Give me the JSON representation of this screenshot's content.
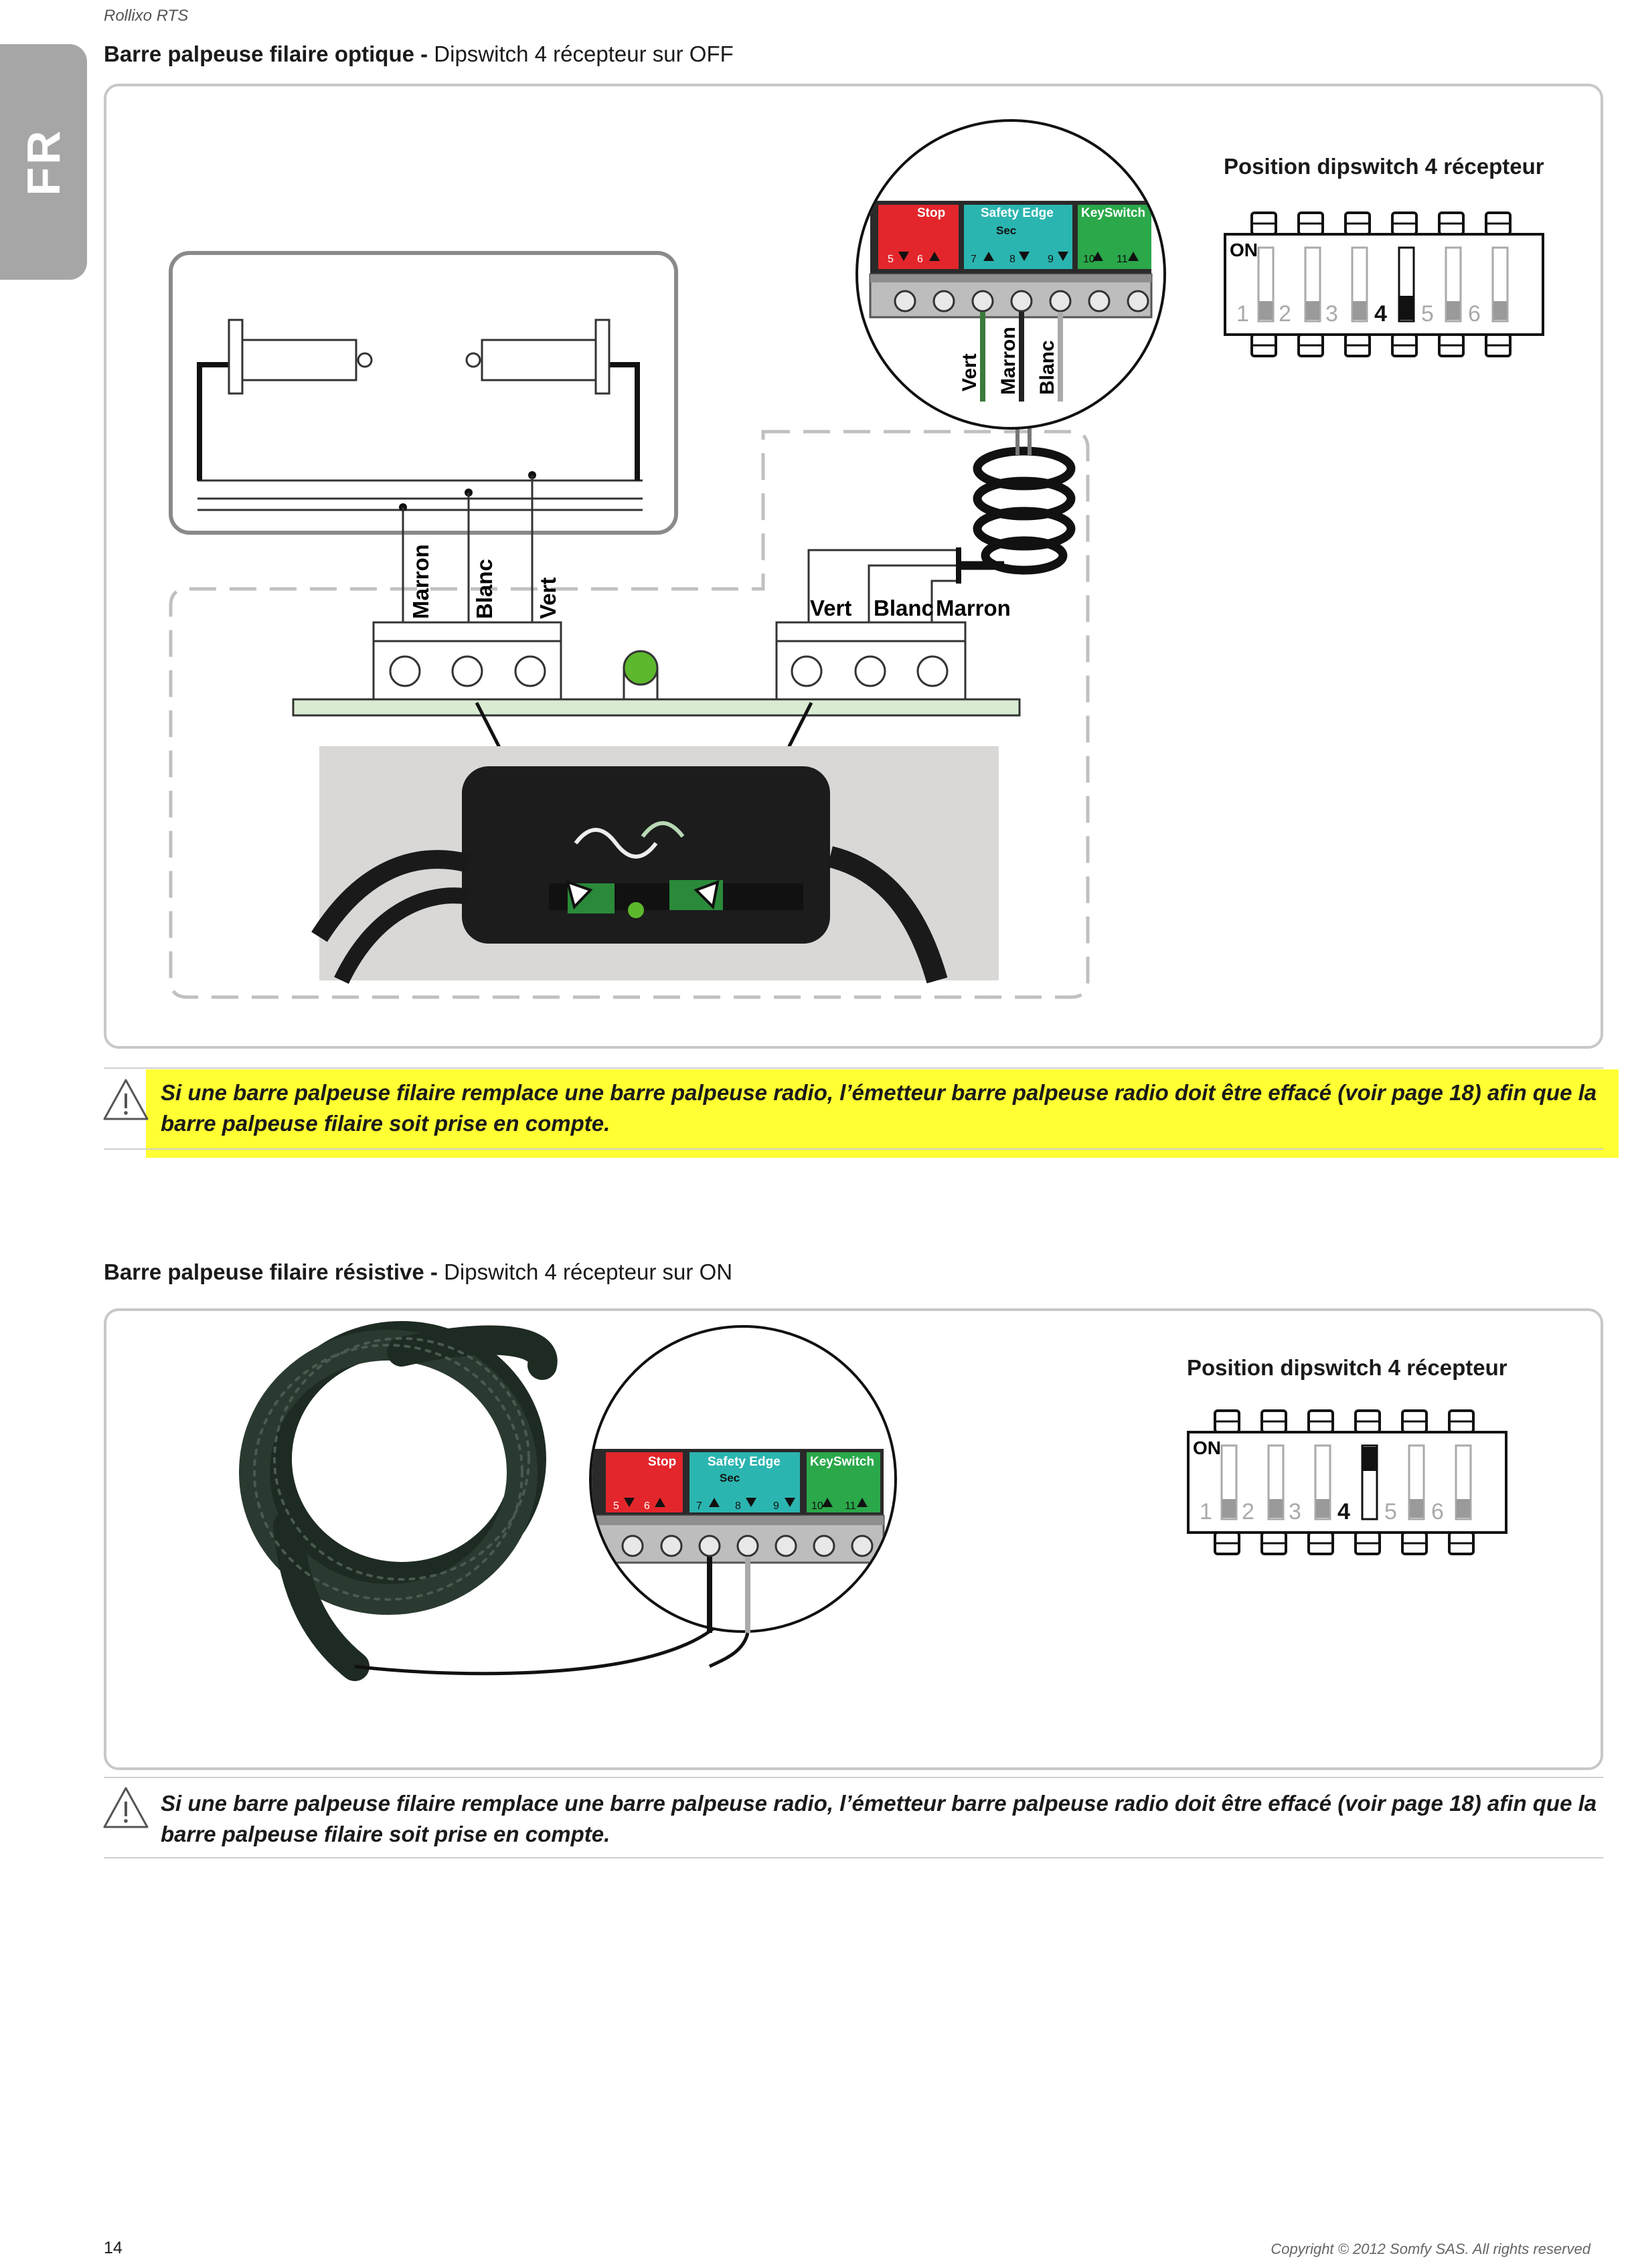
{
  "header": {
    "doc_title": "Rollixo RTS",
    "lang_tab": "FR"
  },
  "section1": {
    "title_bold": "Barre palpeuse filaire optique -",
    "title_rest": " Dipswitch 4 récepteur sur OFF",
    "wire_labels_left": [
      "Marron",
      "Blanc",
      "Vert"
    ],
    "wire_labels_right": [
      "Vert",
      "Blanc",
      "Marron"
    ],
    "wire_labels_terminal": [
      "Vert",
      "Marron",
      "Blanc"
    ],
    "terminal": {
      "stop": "Stop",
      "safety_edge": "Safety Edge",
      "sec": "Sec",
      "keyswitch": "KeySwitch",
      "numbers": [
        "5",
        "6",
        "7",
        "8",
        "9",
        "10",
        "11"
      ]
    },
    "dipswitch": {
      "title": "Position dipswitch 4 récepteur",
      "on_label": "ON",
      "numbers": [
        "1",
        "2",
        "3",
        "4",
        "5",
        "6"
      ],
      "switch4_state": "OFF"
    },
    "warning": "Si une barre palpeuse filaire remplace une barre palpeuse radio, l’émetteur barre palpeuse radio doit être effacé (voir page 18) afin que la barre palpeuse filaire soit prise en compte.",
    "warning_icon": "warning-triangle-icon"
  },
  "section2": {
    "title_bold": "Barre palpeuse filaire résistive -",
    "title_rest": " Dipswitch 4 récepteur sur ON",
    "terminal": {
      "stop": "Stop",
      "safety_edge": "Safety Edge",
      "sec": "Sec",
      "keyswitch": "KeySwitch",
      "numbers": [
        "5",
        "6",
        "7",
        "8",
        "9",
        "10",
        "11"
      ]
    },
    "dipswitch": {
      "title": "Position dipswitch 4 récepteur",
      "on_label": "ON",
      "numbers": [
        "1",
        "2",
        "3",
        "4",
        "5",
        "6"
      ],
      "switch4_state": "ON"
    },
    "warning": "Si une barre palpeuse filaire remplace une barre palpeuse radio, l’émetteur barre palpeuse radio doit être effacé (voir page 18) afin que la barre palpeuse filaire soit prise en compte.",
    "warning_icon": "warning-triangle-icon"
  },
  "footer": {
    "page_number": "14",
    "copyright": "Copyright © 2012 Somfy SAS. All rights reserved"
  },
  "colors": {
    "highlight": "#ffff33",
    "stop_red": "#e3262b",
    "safety_teal": "#2bb5b0",
    "keyswitch_green": "#2aa84a",
    "led_green": "#5cb82c",
    "board_green": "#d9ecd2",
    "panel_border": "#c8c8c8"
  }
}
